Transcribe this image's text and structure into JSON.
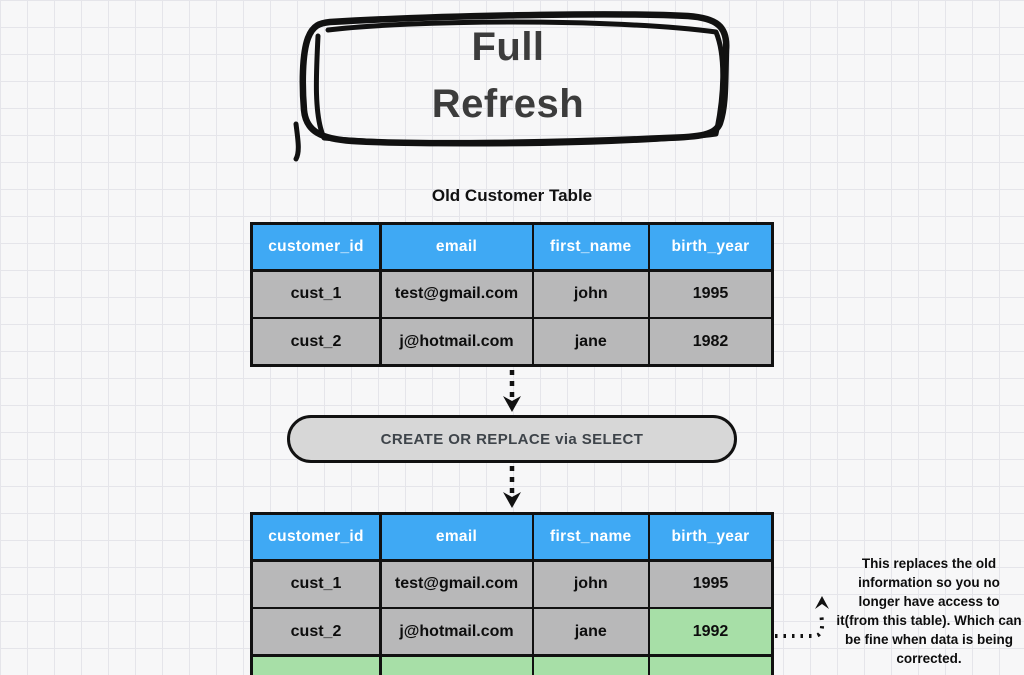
{
  "title": {
    "line1": "Full",
    "line2": "Refresh"
  },
  "old_table": {
    "label": "Old Customer Table",
    "headers": [
      "customer_id",
      "email",
      "first_name",
      "birth_year"
    ],
    "rows": [
      [
        "cust_1",
        "test@gmail.com",
        "john",
        "1995"
      ],
      [
        "cust_2",
        "j@hotmail.com",
        "jane",
        "1982"
      ]
    ]
  },
  "process_step": {
    "label": "CREATE OR REPLACE via SELECT"
  },
  "new_table": {
    "headers": [
      "customer_id",
      "email",
      "first_name",
      "birth_year"
    ],
    "rows": [
      [
        "cust_1",
        "test@gmail.com",
        "john",
        "1995"
      ],
      [
        "cust_2",
        "j@hotmail.com",
        "jane",
        "1992"
      ]
    ],
    "highlighted_cell": {
      "row_index": 1,
      "column": "birth_year",
      "value": "1992"
    },
    "partial_row_visible": true
  },
  "annotation": {
    "text": "This replaces the old information so you no longer have access to it(from this table). Which can be fine when data is being corrected."
  },
  "colors": {
    "header_blue": "#3fa9f4",
    "highlight_green": "#a7dfa7",
    "process_gray": "#d7d7d7",
    "canvas_bg": "#f7f7f8",
    "grid_line": "#e5e5ea",
    "ink": "#111111",
    "title_ink": "#3c3c3c",
    "process_text": "#3e444a"
  }
}
